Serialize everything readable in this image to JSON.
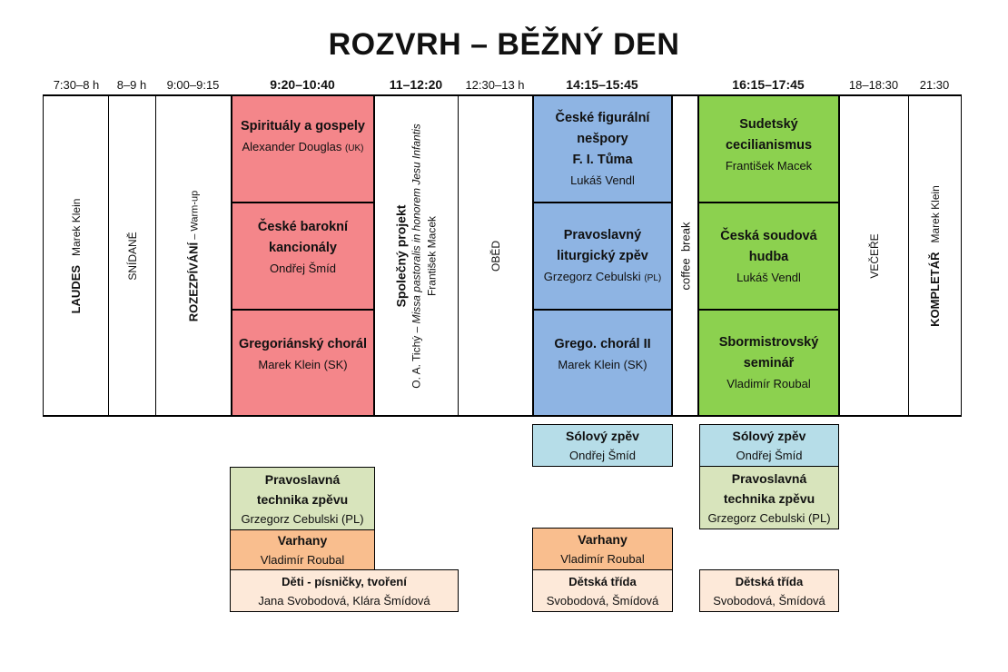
{
  "title": "ROZVRH – BĚŽNÝ DEN",
  "times": [
    "7:30–8 h",
    "8–9 h",
    "9:00–9:15",
    "9:20–10:40",
    "11–12:20",
    "12:30–13 h",
    "14:15–15:45",
    "16:15–17:45",
    "18–18:30",
    "21:30"
  ],
  "laudes": {
    "title": "LAUDES",
    "leader": "Marek Klein"
  },
  "snidane": "SNÍDANĚ",
  "rozezpivani": {
    "title": "ROZEZPÍVÁNÍ",
    "sub": " – Warm-up"
  },
  "block1": [
    {
      "title": "Spirituály a gospely",
      "name": "Alexander Douglas",
      "tag": "(UK)"
    },
    {
      "title1": "České barokní",
      "title2": "kancionály",
      "name": "Ondřej Šmíd"
    },
    {
      "title": "Gregoriánský chorál",
      "name": "Marek Klein (SK)"
    }
  ],
  "project": {
    "title": "Společný projekt",
    "line2a": "O. A. Tichý – ",
    "line2b": "Missa pastoralis in honorem Jesu Infantis",
    "leader": "František Macek"
  },
  "obed": "OBĚD",
  "block2": [
    {
      "title1": "České figurální",
      "title2": "nešpory",
      "title3": "F. I. Tůma",
      "name": "Lukáš Vendl"
    },
    {
      "title1": "Pravoslavný",
      "title2": "liturgický zpěv",
      "name": "Grzegorz Cebulski",
      "tag": "(PL)"
    },
    {
      "title": "Grego. chorál II",
      "name": "Marek Klein (SK)"
    }
  ],
  "coffee": "coffee  break",
  "block3": [
    {
      "title1": "Sudetský",
      "title2": "cecilianismus",
      "name": "František Macek"
    },
    {
      "title1": "Česká soudová",
      "title2": "hudba",
      "name": "Lukáš Vendl"
    },
    {
      "title1": "Sbormistrovský",
      "title2": "seminář",
      "name": "Vladimír Roubal"
    }
  ],
  "vecere": "VEČEŘE",
  "kompletar": {
    "title": "KOMPLETÁŘ",
    "leader": "Marek Klein"
  },
  "extra": {
    "solo": {
      "title": "Sólový zpěv",
      "name": "Ondřej Šmíd"
    },
    "pravoslavna": {
      "title1": "Pravoslavná",
      "title2": "technika zpěvu",
      "name": "Grzegorz Cebulski (PL)"
    },
    "varhany": {
      "title": "Varhany",
      "name": "Vladimír Roubal"
    },
    "deti": {
      "title": "Děti - písničky, tvoření",
      "name": "Jana Svobodová, Klára Šmídová"
    },
    "detska": {
      "title": "Dětská třída",
      "name": "Svobodová, Šmídová"
    }
  },
  "colors": {
    "red": "#f4868a",
    "blue": "#8eb4e3",
    "green": "#8cd14f",
    "light_blue": "#b6dde8",
    "light_green": "#d8e4bc",
    "orange": "#f9be8e",
    "peach": "#fde9d9"
  }
}
